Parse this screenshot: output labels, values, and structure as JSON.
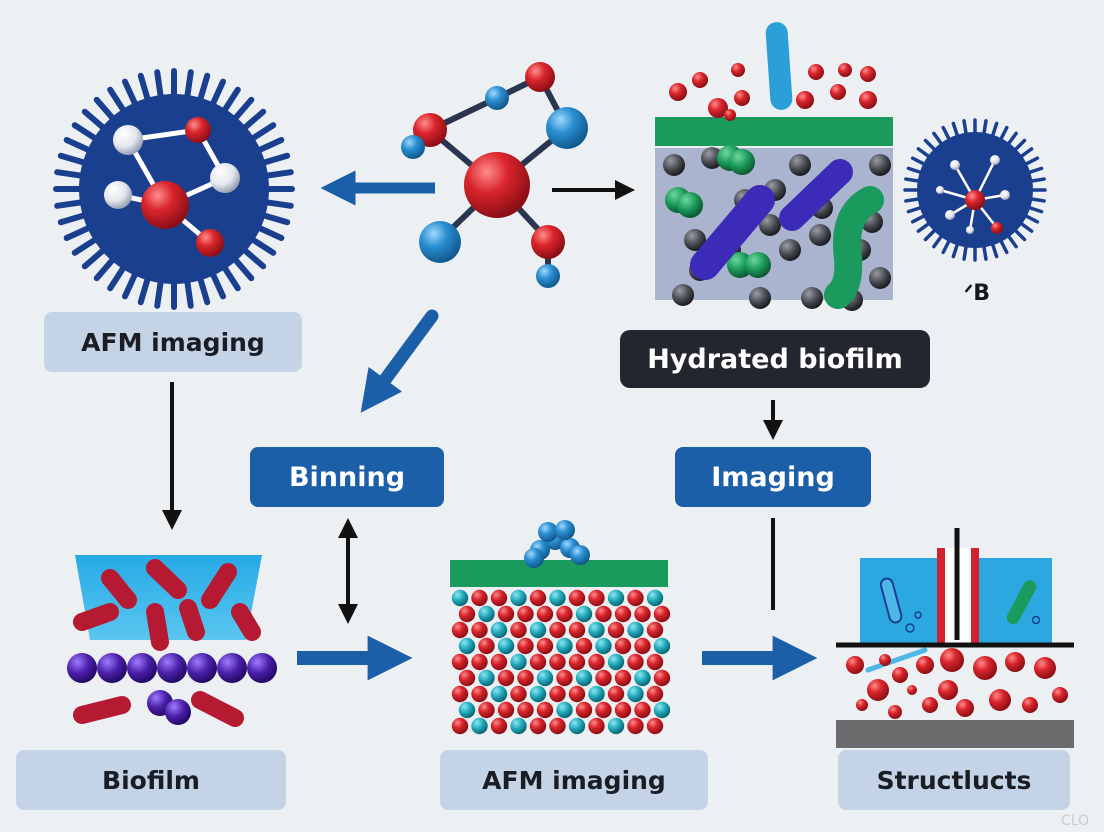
{
  "labels": {
    "afm_imaging_top": "AFM imaging",
    "hydrated_biofilm": "Hydrated biofilm",
    "binning": "Binning",
    "imaging": "Imaging",
    "biofilm": "Biofilm",
    "afm_imaging_bottom": "AFM imaging",
    "structlucts": "Structlucts",
    "b_mark": "ᐟB",
    "watermark": "CLO"
  },
  "colors": {
    "background": "#edf0f3",
    "navy": "#1a3f8f",
    "arrow_blue": "#1b5fa8",
    "label_light": "#c5d3e6",
    "label_dark": "#23262f",
    "molecule_red": "#d9252b",
    "molecule_blue": "#2b8fd1",
    "film_green": "#1a9a5c",
    "film_cyan": "#39b6e6",
    "bacteria_red": "#b51a32",
    "bacteria_purple": "#4a1fa8",
    "particle_teal": "#1fa6b8",
    "substrate_gray": "#6b6b6e"
  },
  "icons": {
    "virus_large": "virus-particle-icon",
    "molecule_center": "molecule-network-icon",
    "biofilm_block": "biofilm-cross-section-icon",
    "virus_small": "virus-particle-small-icon",
    "biofilm_layer": "biofilm-layer-icon",
    "particle_grid": "particle-lattice-icon",
    "structure_block": "structure-cross-section-icon"
  }
}
